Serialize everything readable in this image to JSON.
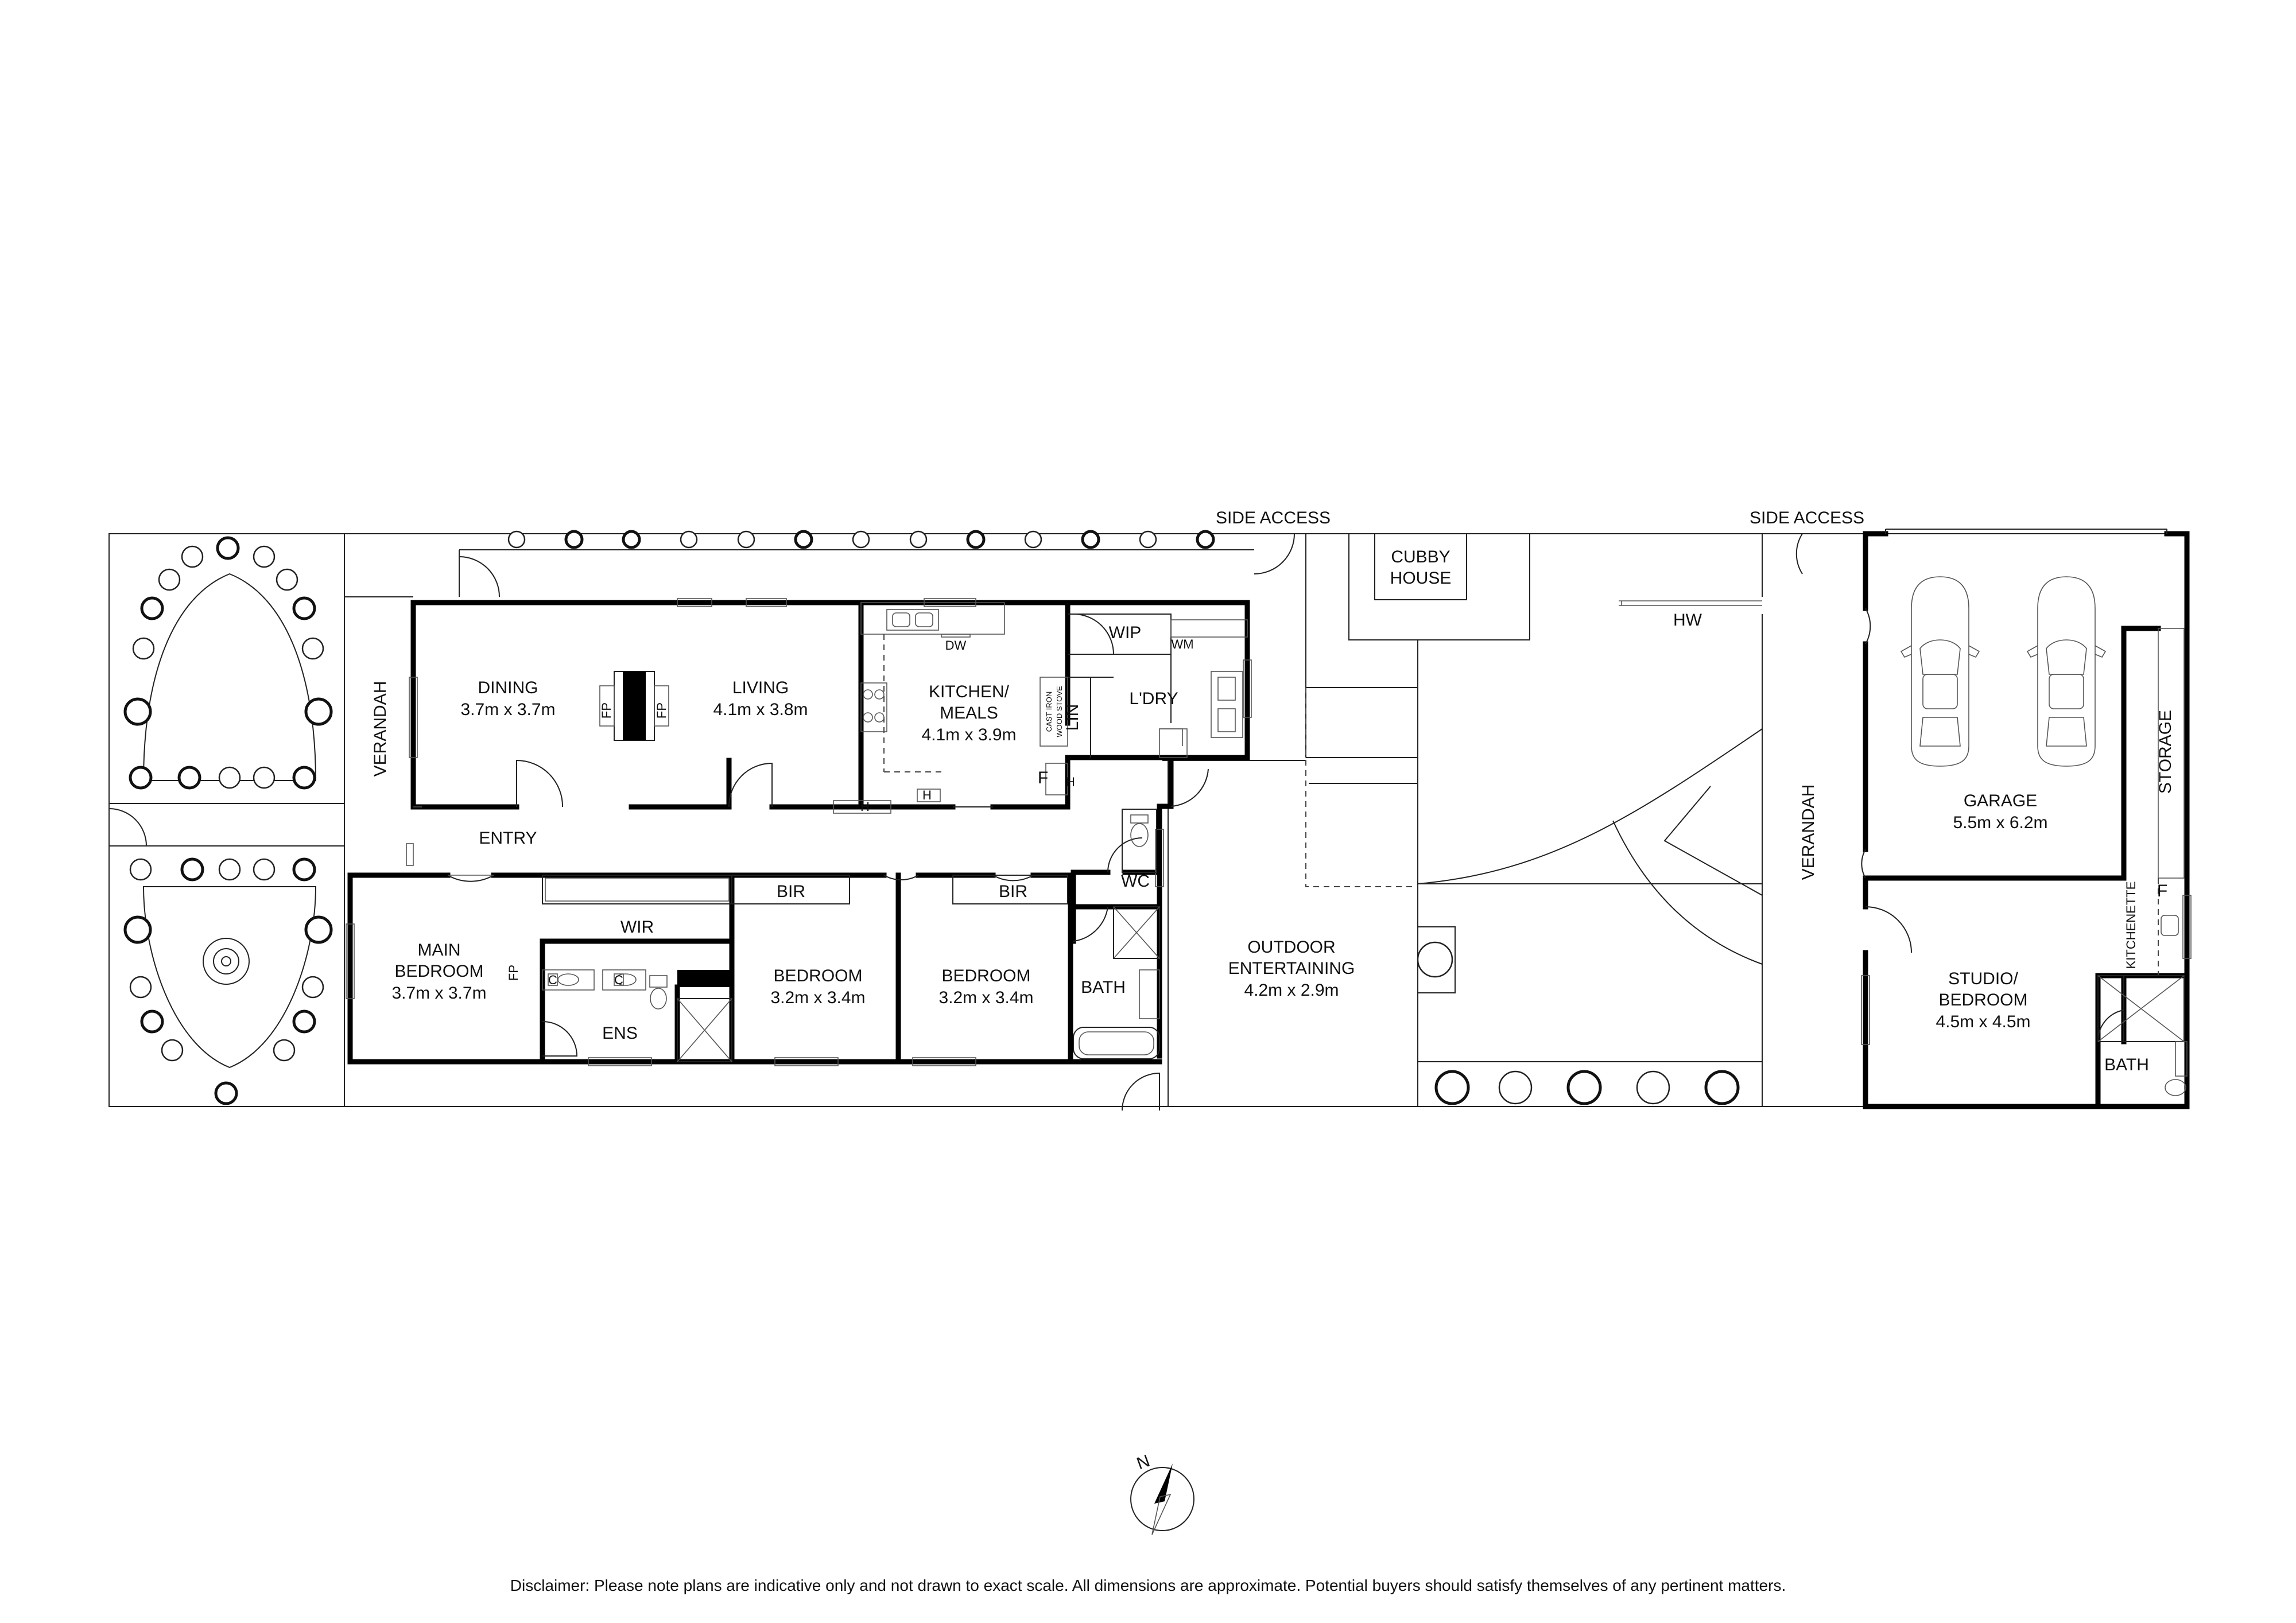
{
  "rooms": {
    "dining": {
      "name": "DINING",
      "size": "3.7m x 3.7m"
    },
    "living": {
      "name": "LIVING",
      "size": "4.1m x 3.8m"
    },
    "kitchen": {
      "name1": "KITCHEN/",
      "name2": "MEALS",
      "size": "4.1m x 3.9m"
    },
    "laundry": {
      "name": "L'DRY"
    },
    "wip": {
      "name": "WIP"
    },
    "lin": {
      "name": "LIN"
    },
    "entry": {
      "name": "ENTRY"
    },
    "main_bedroom": {
      "name1": "MAIN",
      "name2": "BEDROOM",
      "size": "3.7m x 3.7m"
    },
    "wir": {
      "name": "WIR"
    },
    "ens": {
      "name": "ENS"
    },
    "bedroom2": {
      "name": "BEDROOM",
      "size": "3.2m x 3.4m",
      "bir": "BIR"
    },
    "bedroom3": {
      "name": "BEDROOM",
      "size": "3.2m x 3.4m",
      "bir": "BIR"
    },
    "wc": {
      "name": "WC"
    },
    "bath": {
      "name": "BATH"
    },
    "outdoor": {
      "name1": "OUTDOOR",
      "name2": "ENTERTAINING",
      "size": "4.2m x 2.9m"
    },
    "cubby": {
      "name1": "CUBBY",
      "name2": "HOUSE"
    },
    "garage": {
      "name": "GARAGE",
      "size": "5.5m x 6.2m"
    },
    "storage": {
      "name": "STORAGE"
    },
    "studio": {
      "name1": "STUDIO/",
      "name2": "BEDROOM",
      "size": "4.5m x 4.5m"
    },
    "kitchenette": {
      "name": "KITCHENETTE"
    },
    "bath2": {
      "name": "BATH"
    }
  },
  "labels": {
    "verandah": "VERANDAH",
    "side_access": "SIDE ACCESS",
    "hw": "HW",
    "dw": "DW",
    "wm": "WM",
    "fp": "FP",
    "h": "H",
    "f": "F",
    "c": "C",
    "stove1": "CAST IRON",
    "stove2": "WOOD STOVE",
    "north": "N"
  },
  "disclaimer": "Disclaimer: Please note plans are indicative only and not drawn to exact scale. All dimensions are approximate. Potential buyers should satisfy themselves of any pertinent matters."
}
